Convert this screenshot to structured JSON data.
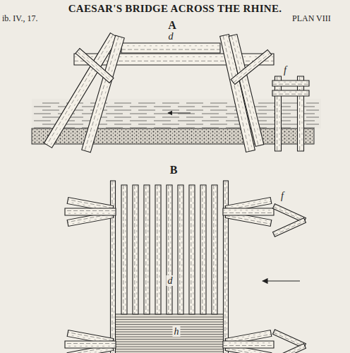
{
  "diagram": {
    "title": "CAESAR'S BRIDGE ACROSS THE RHINE.",
    "labels": [
      "ib. IV., 17.",
      "PLAN VIII",
      "A",
      "d",
      "f",
      "B",
      "f",
      "d",
      "h"
    ]
  }
}
